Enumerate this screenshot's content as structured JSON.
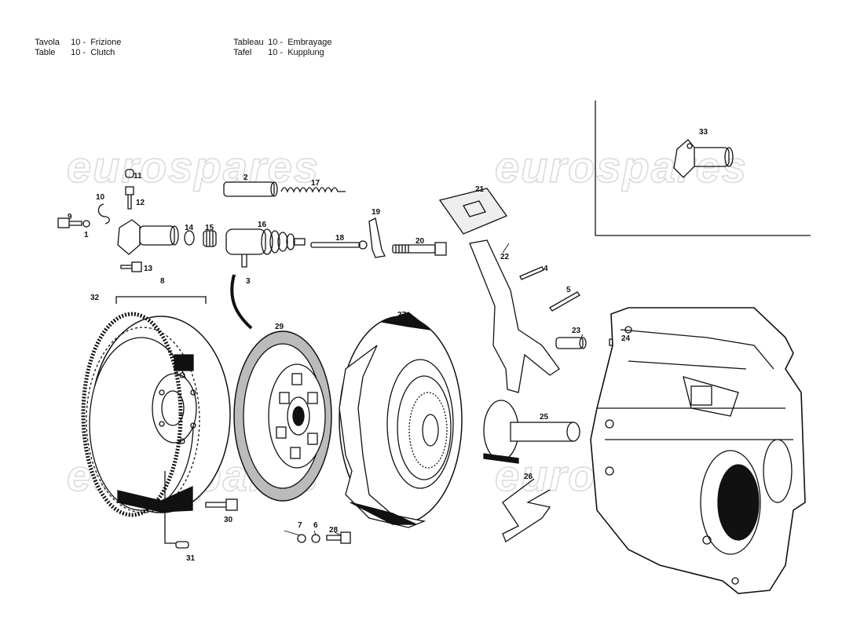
{
  "header": {
    "it": {
      "prefix": "Tavola",
      "num": "10 -",
      "name": "Frizione"
    },
    "en": {
      "prefix": "Table",
      "num": "10 -",
      "name": "Clutch"
    },
    "fr": {
      "prefix": "Tableau",
      "num": "10 -",
      "name": "Embrayage"
    },
    "de": {
      "prefix": "Tafel",
      "num": "10 -",
      "name": "Kupplung"
    }
  },
  "watermark": "eurospares",
  "callouts": [
    "1",
    "2",
    "3",
    "4",
    "5",
    "6",
    "7",
    "8",
    "9",
    "10",
    "11",
    "12",
    "13",
    "14",
    "15",
    "16",
    "17",
    "18",
    "19",
    "20",
    "21",
    "22",
    "23",
    "24",
    "25",
    "26",
    "27",
    "28",
    "29",
    "30",
    "31",
    "32",
    "33"
  ],
  "colors": {
    "line": "#111111",
    "watermark": "#d9d9d9",
    "background": "#ffffff"
  }
}
